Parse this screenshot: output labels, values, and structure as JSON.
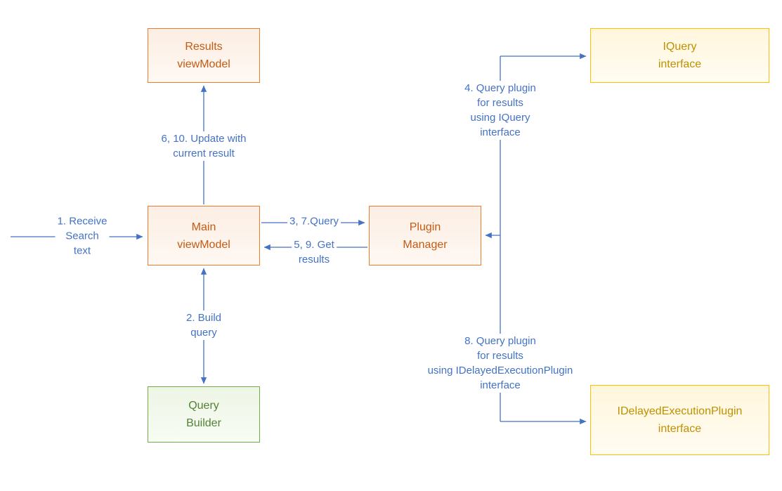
{
  "colors": {
    "orange-border": "#ED7D31",
    "orange-text": "#C55A11",
    "orange-fill-top": "#FCEEE3",
    "orange-fill-bottom": "#FEF8F3",
    "gold-border": "#FFC000",
    "gold-text": "#BF9000",
    "gold-fill-top": "#FFF6DC",
    "gold-fill-bottom": "#FFFCF2",
    "green-border": "#70AD47",
    "green-text": "#538135",
    "green-fill-top": "#EDF5E5",
    "green-fill-bottom": "#F8FCF4",
    "connector-blue": "#4472C4",
    "label-blue": "#4472C4"
  },
  "nodes": {
    "results_viewmodel": {
      "label": "Results\nviewModel"
    },
    "iquery_interface": {
      "label": "IQuery\ninterface"
    },
    "main_viewmodel": {
      "label": "Main\nviewModel"
    },
    "plugin_manager": {
      "label": "Plugin\nManager"
    },
    "query_builder": {
      "label": "Query\nBuilder"
    },
    "idelayed_interface": {
      "label": "IDelayedExecutionPlugin\ninterface"
    }
  },
  "edges": {
    "receive_search": {
      "label": "1. Receive\nSearch\ntext"
    },
    "update_result": {
      "label": "6, 10. Update with\ncurrent result"
    },
    "query": {
      "label": "3, 7.Query"
    },
    "get_results": {
      "label": "5, 9. Get\nresults"
    },
    "build_query": {
      "label": "2. Build\nquery"
    },
    "query_iquery": {
      "label": "4. Query plugin\nfor results\nusing IQuery\ninterface"
    },
    "query_idelayed": {
      "label": "8. Query plugin\nfor results\nusing IDelayedExecutionPlugin\ninterface"
    }
  }
}
